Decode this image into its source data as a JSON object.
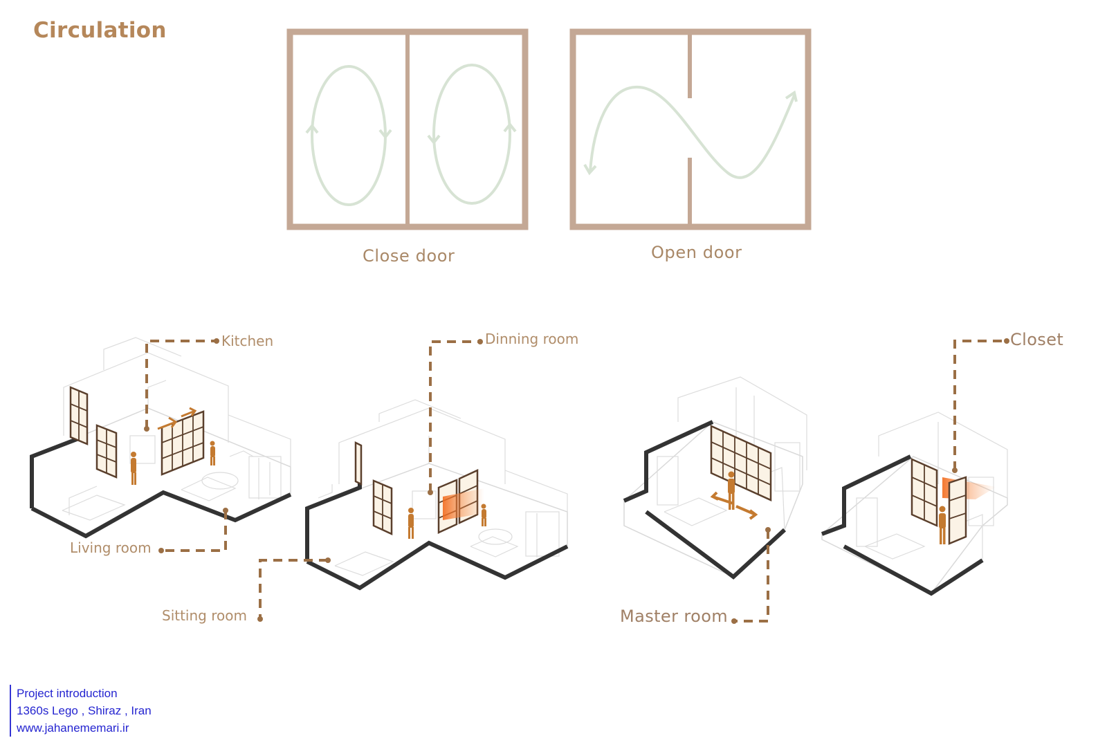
{
  "page": {
    "title": "Circulation"
  },
  "door_diagrams": {
    "close_door": {
      "caption": "Close door"
    },
    "open_door": {
      "caption": "Open door"
    }
  },
  "room_labels": {
    "kitchen": "Kitchen",
    "dinning_room": "Dinning room",
    "closet": "Closet",
    "living_room": "Living room",
    "sitting_room": "Sitting room",
    "master_room": "Master room"
  },
  "footer": {
    "line1": "Project introduction",
    "line2": "1360s Lego , Shiraz , Iran",
    "line3": "www.jahanememari.ir"
  },
  "colors": {
    "title": "#b5875a",
    "frame": "#c4a895",
    "flow_arrow": "#d7e3d4",
    "dashed_leader": "#9b6f45",
    "wall_dark": "#333333",
    "screen_panel": "#5a3f2c",
    "figure": "#c47a30",
    "highlight": "#f26a1b",
    "footer_text": "#2424d0"
  }
}
